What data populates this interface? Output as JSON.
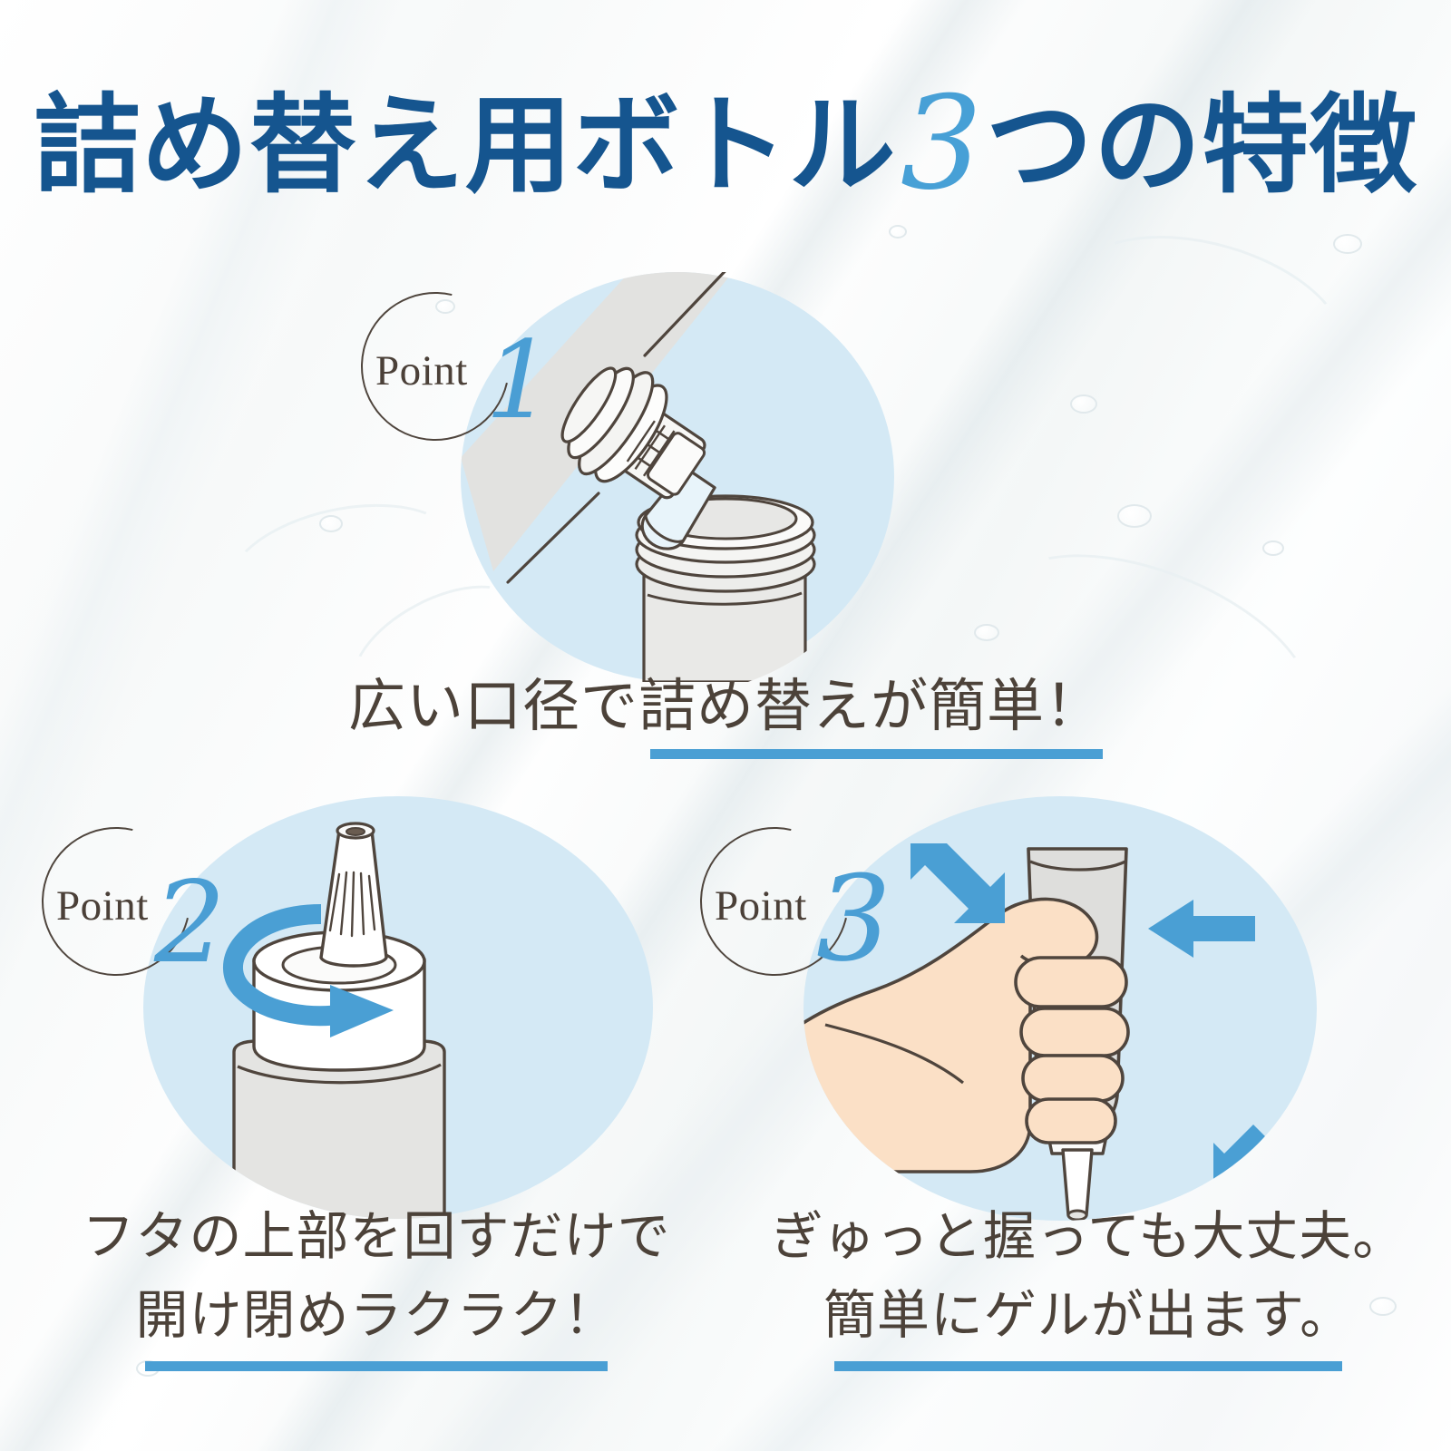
{
  "title": {
    "part1": "詰め替え用ボトル",
    "number": "3",
    "part2": "つの特徴"
  },
  "colors": {
    "title_blue": "#15558f",
    "accent_blue": "#4a9fd4",
    "script_blue": "#47a0d6",
    "circle_bg": "#d4e9f5",
    "wedge_grey": "#e2e2e0",
    "text_brown": "#4c4239",
    "line_brown": "#4f453d",
    "skin": "#fbe0c6",
    "bottle_grey": "#e3e3e1"
  },
  "points": [
    {
      "label": "Point",
      "number": "1",
      "illustration": "refill-pouch-pouring-into-wide-mouth-bottle",
      "caption_lines": [
        {
          "text": "広い口径で詰め替えが簡単！",
          "underlined": true
        }
      ]
    },
    {
      "label": "Point",
      "number": "2",
      "illustration": "bottle-cap-twist-rotation",
      "caption_lines": [
        {
          "text": "フタの上部を回すだけで",
          "underlined": false
        },
        {
          "text": "開け閉めラクラク！",
          "underlined": true
        }
      ]
    },
    {
      "label": "Point",
      "number": "3",
      "illustration": "hand-squeezing-bottle-with-arrows",
      "caption_lines": [
        {
          "text": "ぎゅっと握っても大丈夫。",
          "underlined": false
        },
        {
          "text": "簡単にゲルが出ます。",
          "underlined": true
        }
      ]
    }
  ]
}
